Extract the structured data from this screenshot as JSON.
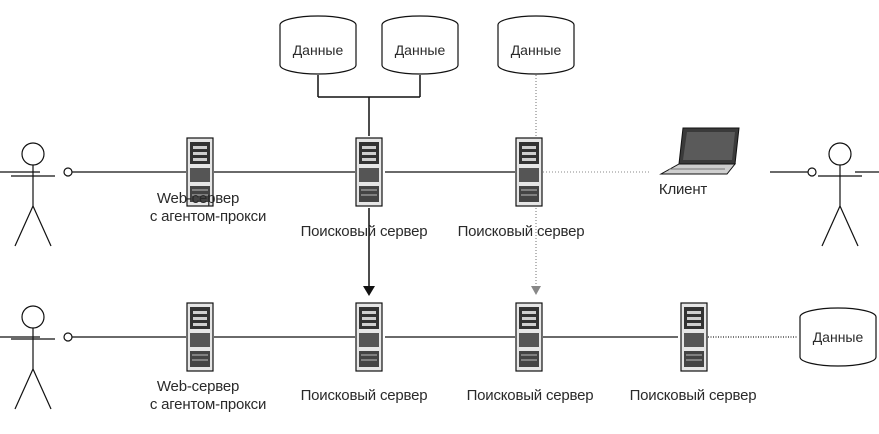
{
  "labels": {
    "data": "Данные",
    "web_server_line1": "Web-сервер",
    "web_server_line2": "с агентом-прокси",
    "search_server": "Поисковый сервер",
    "client": "Клиент"
  },
  "colors": {
    "line": "#111111",
    "dashed": "#888888",
    "server_body": "#e6e6e6",
    "server_dark": "#333333",
    "laptop_screen": "#3a3a3a"
  }
}
